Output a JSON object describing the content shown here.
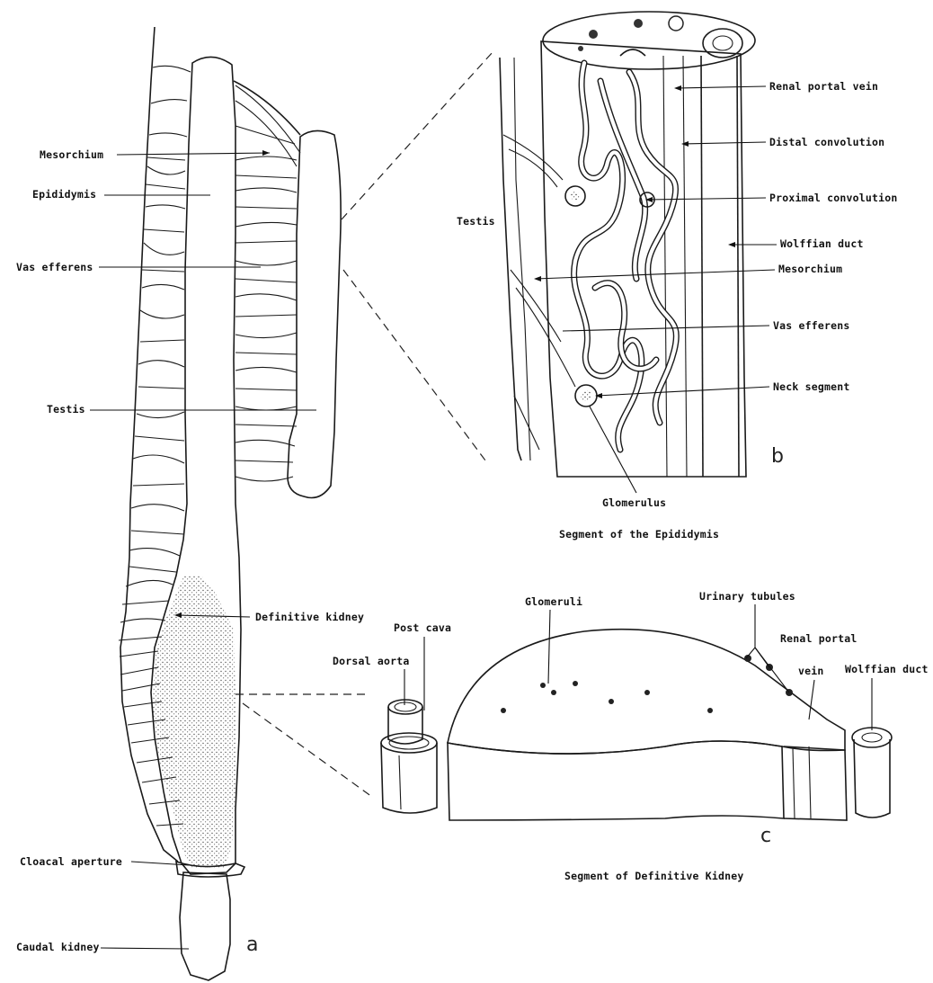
{
  "panel_a": {
    "letter": "a",
    "labels": {
      "mesorchium": "Mesorchium",
      "epididymis": "Epididymis",
      "vas_efferens": "Vas efferens",
      "testis": "Testis",
      "definitive_kidney": "Definitive kidney",
      "cloacal_aperture": "Cloacal aperture",
      "caudal_kidney": "Caudal kidney"
    }
  },
  "panel_b": {
    "letter": "b",
    "caption": "Segment of the Epididymis",
    "labels": {
      "renal_portal_vein": "Renal portal vein",
      "distal_convolution": "Distal convolution",
      "proximal_convolution": "Proximal convolution",
      "wolffian_duct": "Wolffian duct",
      "mesorchium": "Mesorchium",
      "vas_efferens": "Vas efferens",
      "neck_segment": "Neck segment",
      "glomerulus": "Glomerulus",
      "testis": "Testis"
    }
  },
  "panel_c": {
    "letter": "c",
    "caption": "Segment of Definitive Kidney",
    "labels": {
      "glomeruli": "Glomeruli",
      "urinary_tubules": "Urinary tubules",
      "renal_portal": "Renal portal",
      "vein": "vein",
      "wolffian_duct": "Wolffian duct",
      "post_cava": "Post cava",
      "dorsal_aorta": "Dorsal aorta"
    }
  }
}
